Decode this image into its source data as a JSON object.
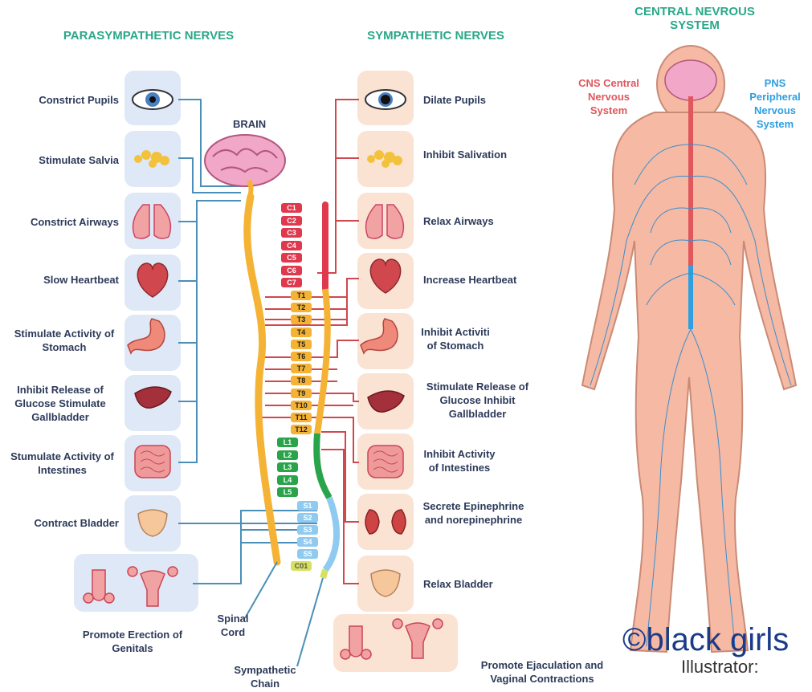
{
  "headers": {
    "parasympathetic": "PARASYMPATHETIC NERVES",
    "sympathetic": "SYMPATHETIC NERVES",
    "cns_title": "CENTRAL NEVROUS SYSTEM"
  },
  "brain_label": "BRAIN",
  "cns_label": "CNS Central Nervous System",
  "pns_label": "PNS Peripheral Nervous System",
  "para_items": [
    {
      "label": "Constrict Pupils",
      "icon": "eye-icon"
    },
    {
      "label": "Stimulate Salvia",
      "icon": "salivary-gland-icon"
    },
    {
      "label": "Constrict Airways",
      "icon": "lungs-icon"
    },
    {
      "label": "Slow Heartbeat",
      "icon": "heart-icon"
    },
    {
      "label": "Stimulate Activity of Stomach",
      "icon": "stomach-icon"
    },
    {
      "label": "Inhibit Release of Glucose Stimulate Gallbladder",
      "icon": "liver-icon"
    },
    {
      "label": "Stumulate Activity of Intestines",
      "icon": "intestines-icon"
    },
    {
      "label": "Contract Bladder",
      "icon": "bladder-icon"
    },
    {
      "label": "Promote Erection of Genitals",
      "icon": "genitals-icon"
    }
  ],
  "symp_items": [
    {
      "label": "Dilate Pupils",
      "icon": "eye-icon"
    },
    {
      "label": "Inhibit Salivation",
      "icon": "salivary-gland-icon"
    },
    {
      "label": "Relax Airways",
      "icon": "lungs-icon"
    },
    {
      "label": "Increase Heartbeat",
      "icon": "heart-icon"
    },
    {
      "label": "Inhibit Activiti of Stomach",
      "icon": "stomach-icon"
    },
    {
      "label": "Stimulate Release of Glucose Inhibit Gallbladder",
      "icon": "liver-icon"
    },
    {
      "label": "Inhibit Activity of Intestines",
      "icon": "intestines-icon"
    },
    {
      "label": "Secrete Epinephrine and norepinephrine",
      "icon": "kidneys-icon"
    },
    {
      "label": "Relax Bladder",
      "icon": "bladder-icon"
    },
    {
      "label": "Promote Ejaculation and Vaginal Contractions",
      "icon": "genitals-icon"
    }
  ],
  "spinal_cord_label": "Spinal Cord",
  "sympathetic_chain_label": "Sympathetic Chain",
  "vertebrae": {
    "cervical": [
      "C1",
      "C2",
      "C3",
      "C4",
      "C5",
      "C6",
      "C7"
    ],
    "thoracic": [
      "T1",
      "T2",
      "T3",
      "T4",
      "T5",
      "T6",
      "T7",
      "T8",
      "T9",
      "T10",
      "T11",
      "T12"
    ],
    "lumbar": [
      "L1",
      "L2",
      "L3",
      "L4",
      "L5"
    ],
    "sacral": [
      "S1",
      "S2",
      "S3",
      "S4",
      "S5"
    ],
    "coccygeal": [
      "C01"
    ]
  },
  "colors": {
    "header": "#2aa889",
    "cervical": "#e0384c",
    "thoracic": "#f5b335",
    "lumbar": "#2aa44a",
    "sacral": "#8fcaf0",
    "coccygeal": "#d8e060",
    "para_line": "#4a8fb8",
    "symp_line": "#d0474d"
  },
  "copyright": "©black girls",
  "illustrator": "Illustrator:"
}
